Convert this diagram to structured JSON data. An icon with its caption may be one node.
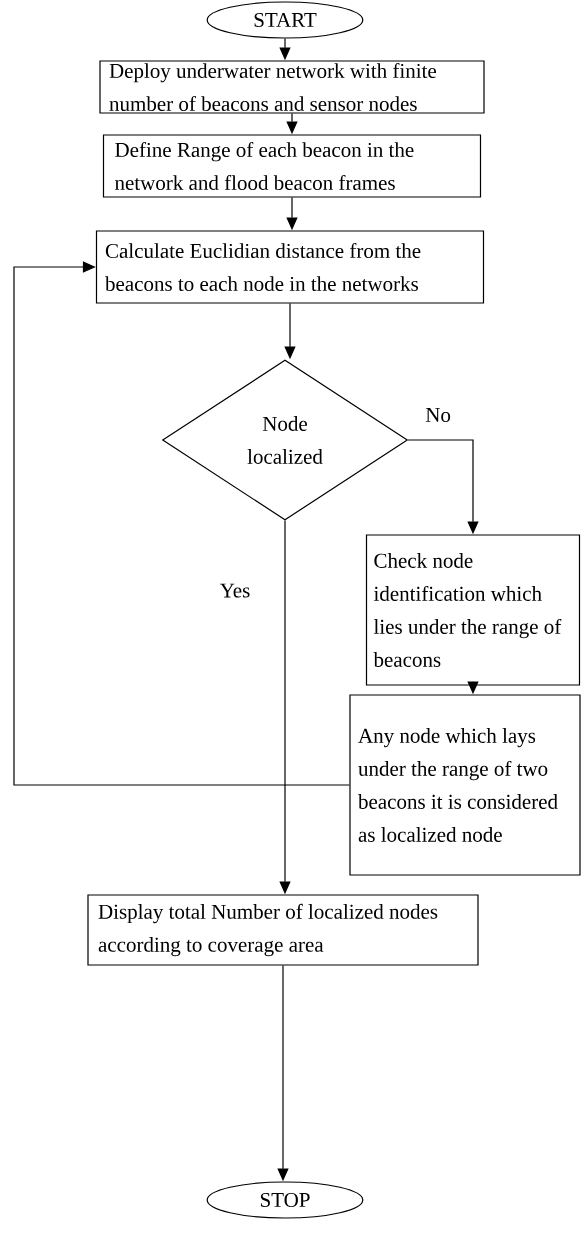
{
  "diagram": {
    "nodes": [
      {
        "text": [
          "START"
        ]
      },
      {
        "text": [
          "Deploy underwater network with finite number of beacons and sensor nodes"
        ]
      },
      {
        "text": [
          "Define Range of each beacon in the network and flood beacon frames"
        ]
      },
      {
        "text": [
          "Calculate Euclidian distance from the beacons to each node in the networks"
        ]
      },
      {
        "text": [
          "Node localized"
        ]
      },
      {
        "text": [
          "Check node identification which lies under the range of beacons"
        ]
      },
      {
        "text": [
          "Any node which lays under the range of two beacons it is considered as localized node"
        ]
      },
      {
        "text": [
          "Display total Number of localized nodes according to coverage area"
        ]
      },
      {
        "text": [
          "STOP"
        ]
      }
    ],
    "edges": [
      {
        "from": 0,
        "to": 1,
        "arrow": "to"
      },
      {
        "from": 1,
        "to": 2,
        "arrow": "to"
      },
      {
        "from": 2,
        "to": 3,
        "arrow": "to"
      },
      {
        "from": 3,
        "to": 4,
        "arrow": "to"
      },
      {
        "from": 4,
        "to": 5,
        "arrow": "to",
        "label": "No"
      },
      {
        "from": 5,
        "to": 6,
        "arrow": "to"
      },
      {
        "from": 6,
        "to": 3,
        "arrow": "to"
      },
      {
        "from": 4,
        "to": 7,
        "arrow": "to",
        "label": "Yes"
      },
      {
        "from": 7,
        "to": 8,
        "arrow": "to"
      }
    ]
  }
}
